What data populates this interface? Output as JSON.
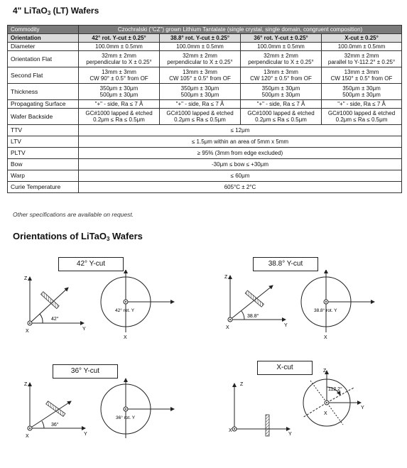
{
  "heading": {
    "prefix": "4\" LiTaO",
    "sub": "3",
    "suffix": " (LT) Wafers"
  },
  "table": {
    "commodity_label": "Commodity",
    "commodity_value": "Czochralski (\"CZ\") grown Lithium Tantalate (single crystal, single domain, congruent composition)",
    "orientation_label": "Orientation",
    "orientations": [
      "42° rot. Y-cut ± 0.25°",
      "38.8° rot. Y-cut ± 0.25°",
      "36° rot. Y-cut ± 0.25°",
      "X-cut ± 0.25°"
    ],
    "rows": [
      {
        "label": "Diameter",
        "cells": [
          [
            "100.0mm ± 0.5mm"
          ],
          [
            "100.0mm ± 0.5mm"
          ],
          [
            "100.0mm ± 0.5mm"
          ],
          [
            "100.0mm ± 0.5mm"
          ]
        ]
      },
      {
        "label": "Orientation Flat",
        "cells": [
          [
            "32mm ± 2mm",
            "perpendicular to X ± 0.25°"
          ],
          [
            "32mm ± 2mm",
            "perpendicular to X ± 0.25°"
          ],
          [
            "32mm ± 2mm",
            "perpendicular to X ± 0.25°"
          ],
          [
            "32mm ± 2mm",
            "parallel to Y-112.2° ± 0.25°"
          ]
        ]
      },
      {
        "label": "Second Flat",
        "cells": [
          [
            "13mm ± 3mm",
            "CW 90° ± 0.5° from OF"
          ],
          [
            "13mm ± 3mm",
            "CW 105° ± 0.5° from OF"
          ],
          [
            "13mm ± 3mm",
            "CW 120° ± 0.5° from OF"
          ],
          [
            "13mm ± 3mm",
            "CW 150° ± 0.5° from OF"
          ]
        ]
      },
      {
        "label": "Thickness",
        "cells": [
          [
            "350μm ± 30μm",
            "500μm ± 30μm"
          ],
          [
            "350μm ± 30μm",
            "500μm ± 30μm"
          ],
          [
            "350μm ± 30μm",
            "500μm ± 30μm"
          ],
          [
            "350μm ± 30μm",
            "500μm ± 30μm"
          ]
        ]
      },
      {
        "label": "Propagating Surface",
        "cells": [
          [
            "\"+\" - side, Ra ≤ 7 Å"
          ],
          [
            "\"+\" - side, Ra ≤ 7 Å"
          ],
          [
            "\"+\" - side, Ra ≤ 7 Å"
          ],
          [
            "\"+\" - side, Ra ≤ 7 Å"
          ]
        ]
      },
      {
        "label": "Wafer Backside",
        "cells": [
          [
            "GC#1000 lapped & etched",
            "0.2μm ≤ Ra ≤ 0.5μm"
          ],
          [
            "GC#1000 lapped & etched",
            "0.2μm ≤ Ra ≤ 0.5μm"
          ],
          [
            "GC#1000 lapped & etched",
            "0.2μm ≤ Ra ≤ 0.5μm"
          ],
          [
            "GC#1000 lapped & etched",
            "0.2μm ≤ Ra ≤ 0.5μm"
          ]
        ]
      }
    ],
    "span_rows": [
      {
        "label": "TTV",
        "value": "≤ 12μm"
      },
      {
        "label": "LTV",
        "value": "≤ 1.5μm within an area of 5mm x 5mm"
      },
      {
        "label": "PLTV",
        "value": "≥ 95% (3mm from edge excluded)"
      },
      {
        "label": "Bow",
        "value": "-30μm ≤ bow ≤ +30μm"
      },
      {
        "label": "Warp",
        "value": "≤ 60μm"
      },
      {
        "label": "Curie Temperature",
        "value": "605°C ± 2°C"
      }
    ]
  },
  "note": "Other specifications are available on request.",
  "orientations_heading": {
    "prefix": "Orientations of LiTaO",
    "sub": "3",
    "suffix": " Wafers"
  },
  "diagrams": {
    "d42": {
      "title": "42° Y-cut",
      "angle": "42°",
      "rot": "42° rot. Y"
    },
    "d388": {
      "title": "38.8° Y-cut",
      "angle": "38.8°",
      "rot": "38.8° rot. Y"
    },
    "d36": {
      "title": "36° Y-cut",
      "angle": "36°",
      "rot": "36° rot. Y"
    },
    "dx": {
      "title": "X-cut",
      "angle": "112.2°"
    },
    "axes": {
      "x": "X",
      "y": "Y",
      "z": "Z"
    }
  }
}
